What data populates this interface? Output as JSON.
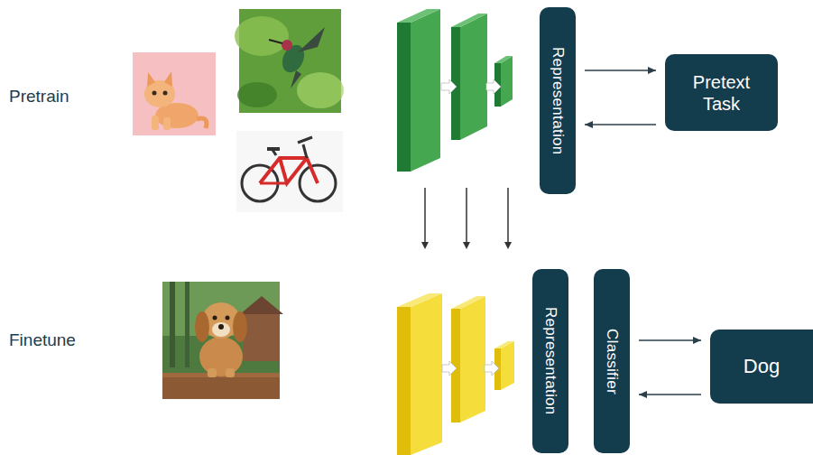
{
  "diagram": {
    "nodes": [
      {
        "text": [
          "Representation"
        ]
      },
      {
        "text": [
          "Pretext Task"
        ]
      },
      {
        "text": [
          "Representation"
        ]
      },
      {
        "text": [
          "Classifier"
        ]
      },
      {
        "text": [
          "Dog"
        ]
      }
    ],
    "edges": [
      {
        "from": 0,
        "to": 1,
        "arrow": "to"
      },
      {
        "from": 1,
        "to": 0,
        "arrow": "to"
      },
      {
        "from": 3,
        "to": 4,
        "arrow": "to"
      },
      {
        "from": 4,
        "to": 3,
        "arrow": "to"
      }
    ],
    "labels": [
      "Pretrain",
      "Finetune"
    ]
  }
}
